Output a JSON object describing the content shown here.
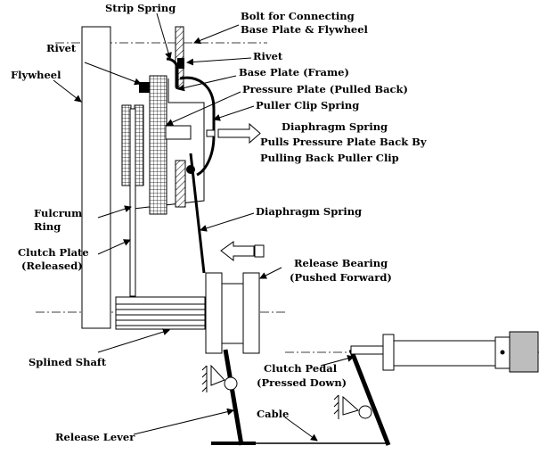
{
  "labels": {
    "strip_spring": "Strip Spring",
    "bolt_line1": "Bolt for Connecting",
    "bolt_line2": "Base Plate & Flywheel",
    "rivet_top": "Rivet",
    "rivet_left": "Rivet",
    "base_plate": "Base Plate (Frame)",
    "flywheel": "Flywheel",
    "pressure_plate": "Pressure Plate (Pulled Back)",
    "puller_clip": "Puller Clip Spring",
    "diaphragm_note_line1": "Diaphragm Spring",
    "diaphragm_note_line2": "Pulls Pressure Plate Back By",
    "diaphragm_note_line3": "Pulling Back Puller Clip",
    "fulcrum_line1": "Fulcrum",
    "fulcrum_line2": "Ring",
    "diaphragm_spring": "Diaphragm Spring",
    "clutch_plate_line1": "Clutch Plate",
    "clutch_plate_line2": "(Released)",
    "release_bearing_line1": "Release Bearing",
    "release_bearing_line2": "(Pushed Forward)",
    "splined_shaft": "Splined Shaft",
    "clutch_pedal_line1": "Clutch Pedal",
    "clutch_pedal_line2": "(Pressed Down)",
    "cable": "Cable",
    "release_lever": "Release Lever"
  }
}
